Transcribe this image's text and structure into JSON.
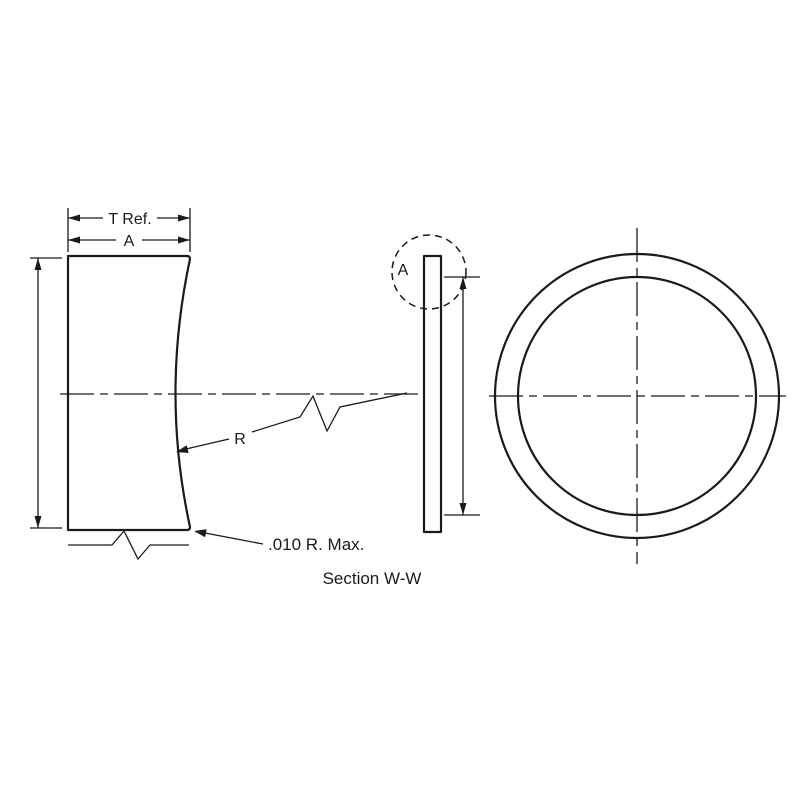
{
  "page": {
    "background_color": "#ffffff",
    "ink_color": "#1a1a1a"
  },
  "drawing": {
    "caption": "Section W-W",
    "labels": {
      "thickness": "T Ref.",
      "width_a": "A",
      "radius": "R",
      "corner_note": ".010 R. Max.",
      "detail": "A"
    }
  }
}
